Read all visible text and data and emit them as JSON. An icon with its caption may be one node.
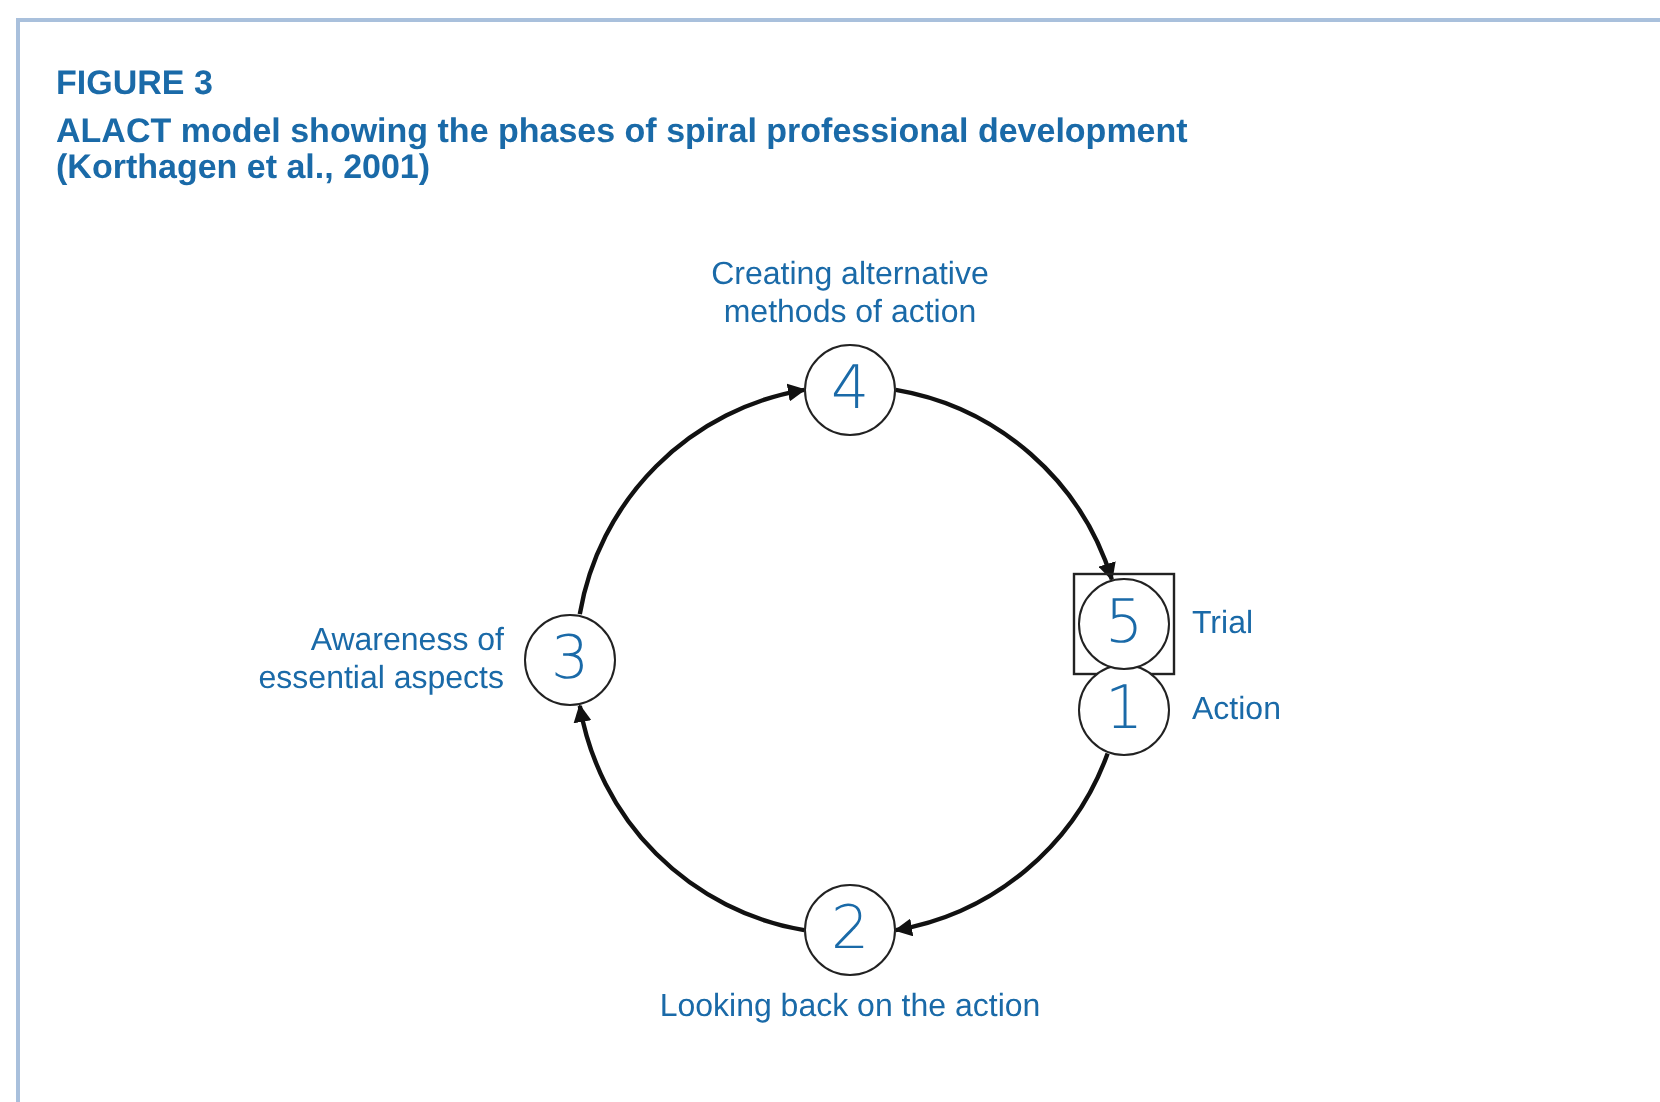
{
  "diagram": {
    "title": "ALACT model showing the phases of spiral professional development (Korthagen et al., 2001)",
    "nodes": [
      {
        "text": [
          "1"
        ],
        "beside": [
          "Action"
        ]
      },
      {
        "text": [
          "2"
        ],
        "beside": [
          "Looking back on the action"
        ]
      },
      {
        "text": [
          "3"
        ],
        "beside": [
          "Awareness of essential aspects"
        ]
      },
      {
        "text": [
          "4"
        ],
        "beside": [
          "Creating alternative methods of action"
        ]
      },
      {
        "text": [
          "5"
        ],
        "beside": [
          "Trial"
        ]
      }
    ],
    "edges": [
      {
        "from": 0,
        "to": 1,
        "arrow": "to"
      },
      {
        "from": 1,
        "to": 2,
        "arrow": "to"
      },
      {
        "from": 2,
        "to": 3,
        "arrow": "to"
      },
      {
        "from": 3,
        "to": 4,
        "arrow": "to"
      }
    ],
    "labels": [
      "FIGURE 3"
    ]
  }
}
